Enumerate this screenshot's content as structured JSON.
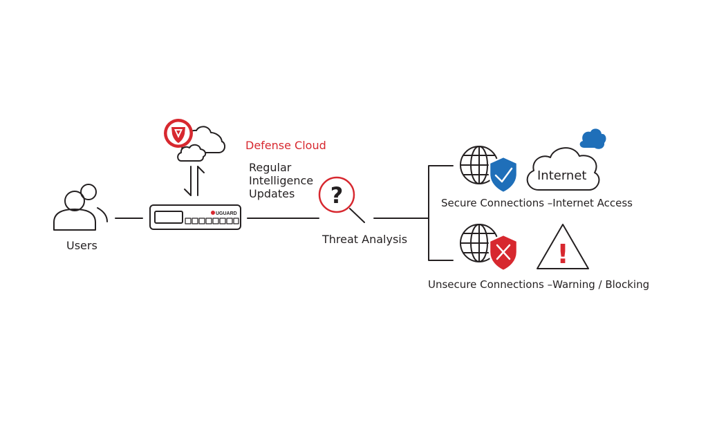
{
  "labels": {
    "users": "Users",
    "defense_cloud": "Defense Cloud",
    "updates": [
      "Regular",
      "Intelligence",
      "Updates"
    ],
    "threat_analysis": "Threat Analysis",
    "internet": "Internet",
    "secure": "Secure Connections –Internet Access",
    "unsecure": "Unsecure Connections –Warning / Blocking",
    "appliance_brand": "UGUARD",
    "question_mark": "?",
    "exclamation": "!"
  },
  "colors": {
    "line": "#231f20",
    "accent_red": "#d7282f",
    "accent_blue": "#1f6fb9"
  },
  "icons": {
    "users": "users-icon",
    "appliance": "firewall-appliance-icon",
    "defense_cloud": "shield-cloud-icon",
    "sync": "bidirectional-arrows-icon",
    "threat": "magnifier-question-icon",
    "globe": "globe-icon",
    "shield_ok": "shield-check-icon",
    "internet_cloud": "internet-cloud-icon",
    "shield_block": "shield-x-icon",
    "warning": "warning-triangle-icon"
  }
}
